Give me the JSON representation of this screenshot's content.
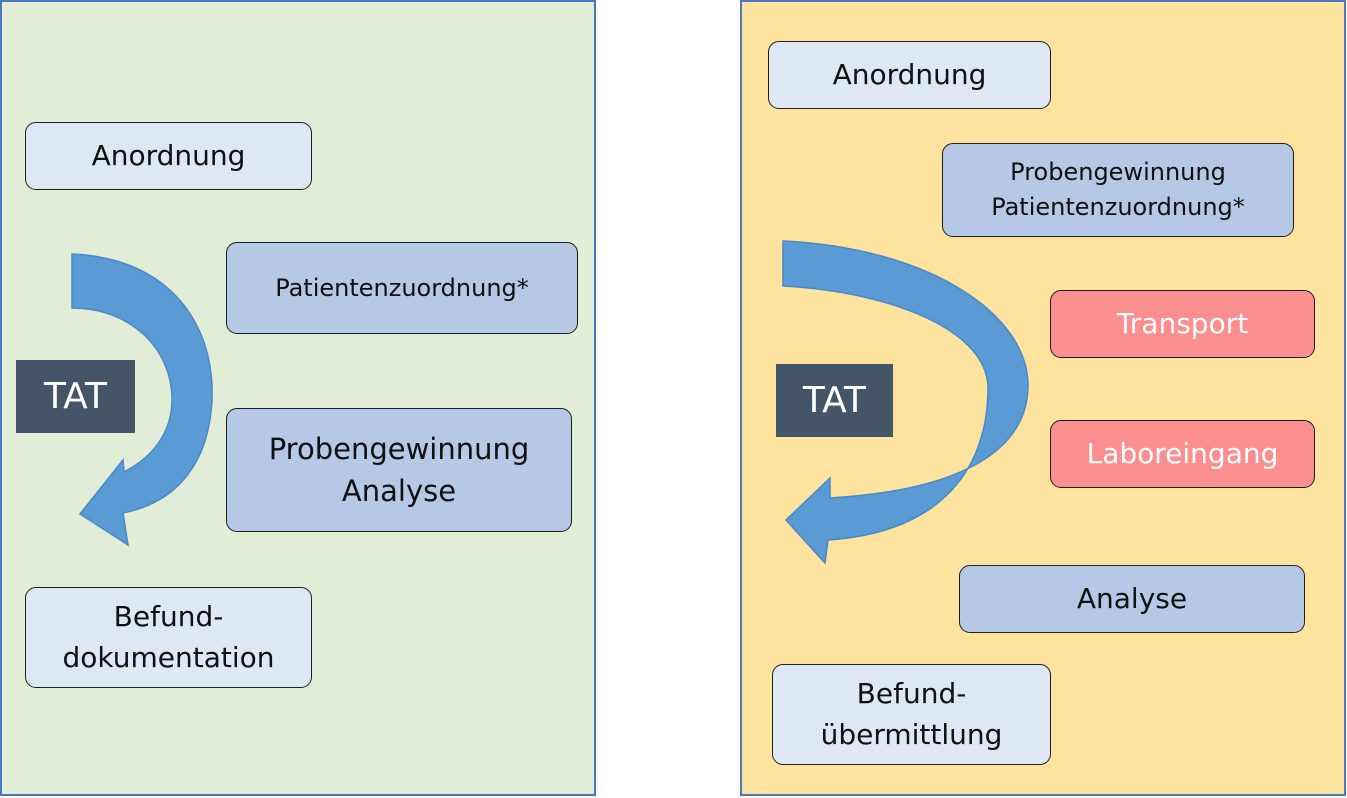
{
  "left_panel": {
    "order_label": "Anordnung",
    "assignment_label": "Patientenzuordnung*",
    "sampling_analysis_label": "Probengewinnung\nAnalyse",
    "report_label": "Befund-\ndokumentation",
    "tat_label": "TAT"
  },
  "right_panel": {
    "order_label": "Anordnung",
    "sampling_assignment_label": "Probengewinnung\nPatientenzuordnung*",
    "transport_label": "Transport",
    "lab_entry_label": "Laboreingang",
    "analysis_label": "Analyse",
    "report_label": "Befund-\nübermittlung",
    "tat_label": "TAT"
  },
  "colors": {
    "left_background": "#e2edd8",
    "right_background": "#fde39d",
    "light_box": "#dee8f4",
    "mid_box": "#b5c8e6",
    "red_box": "#fb8f8f",
    "arrow": "#5b9bd5",
    "tat_box": "#445469"
  },
  "icons": [
    "curved-arrow-icon",
    "curved-arrow-icon"
  ]
}
